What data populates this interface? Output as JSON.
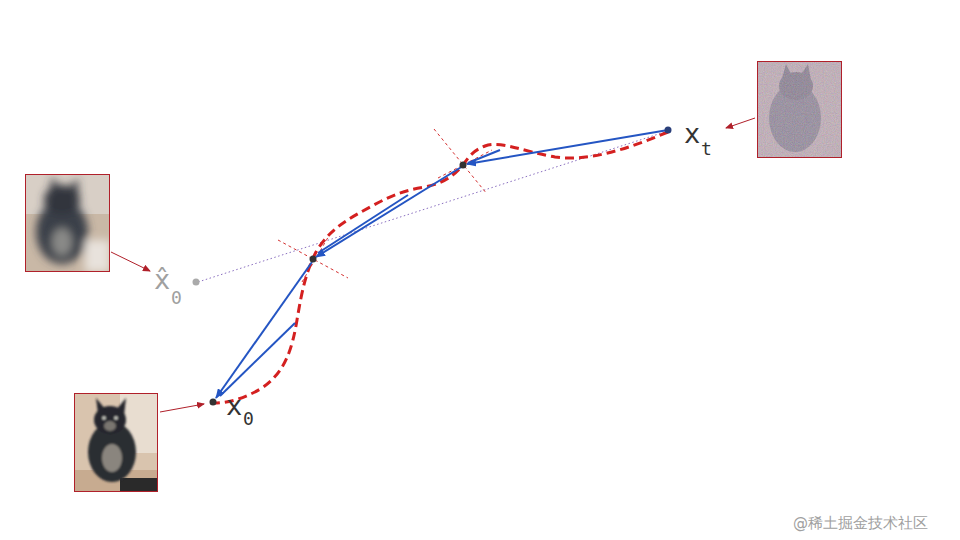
{
  "diagram": {
    "labels": [
      "x",
      "t",
      "x̂",
      "0",
      "x",
      "0",
      "@稀土掘金技术社区"
    ]
  }
}
